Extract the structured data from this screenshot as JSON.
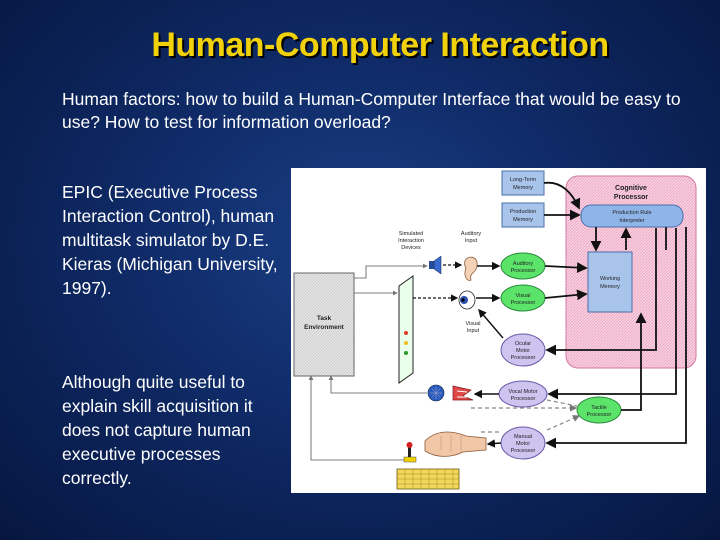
{
  "slide": {
    "title": "Human-Computer Interaction",
    "intro": "Human factors: how to build a Human-Computer Interface that would be easy to use? How to test for information overload?",
    "paragraph1": "EPIC (Executive Process Interaction Control), human multitask simulator by D.E. Kieras (Michigan University, 1997).",
    "paragraph2": "Although quite useful to explain skill acquisition it does not capture human executive processes correctly."
  },
  "diagram": {
    "long_term_memory": [
      "Long-Term",
      "Memory"
    ],
    "production_memory": [
      "Production",
      "Memory"
    ],
    "cognitive_processor": [
      "Cognitive",
      "Processor"
    ],
    "production_rule_interpreter": [
      "Production Rule",
      "Interpreter"
    ],
    "working_memory": [
      "Working",
      "Memory"
    ],
    "simulated_devices": [
      "Simulated",
      "Interaction",
      "Devices"
    ],
    "auditory_input": [
      "Auditory",
      "Input"
    ],
    "visual_input": [
      "Visual",
      "Input"
    ],
    "auditory_processor": [
      "Auditory",
      "Processor"
    ],
    "visual_processor": [
      "Visual",
      "Processor"
    ],
    "ocular_motor_processor": [
      "Ocular",
      "Motor",
      "Processor"
    ],
    "vocal_motor_processor": [
      "Vocal Motor",
      "Processor"
    ],
    "tactile_processor": [
      "Tactile",
      "Processor"
    ],
    "manual_motor_processor": [
      "Manual",
      "Motor",
      "Processor"
    ],
    "task_environment": [
      "Task",
      "Environment"
    ],
    "colors": {
      "memory_box": "#a9c4ea",
      "cognitive_box": "#f6c8d8",
      "processor_green": "#5be36a",
      "processor_lavender": "#cfc3ef",
      "task_env": "#d9d9d9"
    }
  }
}
